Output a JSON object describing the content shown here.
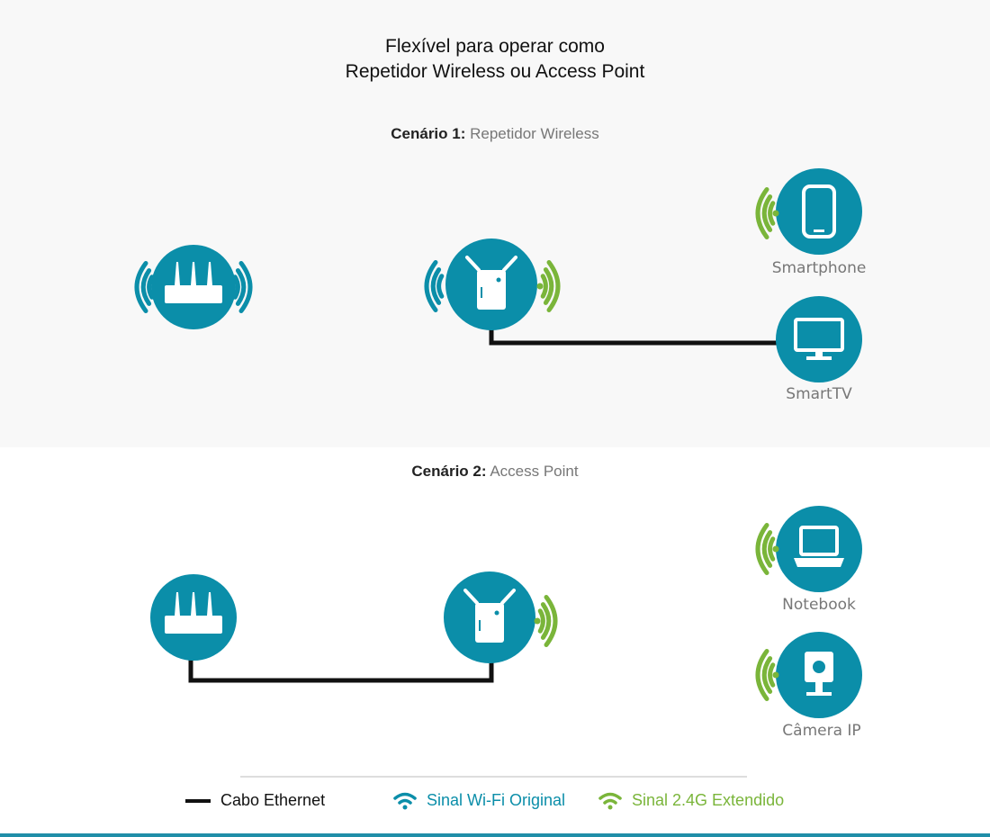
{
  "title": [
    "Flexível para operar como",
    "Repetidor Wireless ou Access Point"
  ],
  "scenario1": {
    "label": "Cenário 1:",
    "mode": "Repetidor Wireless"
  },
  "scenario2": {
    "label": "Cenário 2:",
    "mode": "Access Point"
  },
  "devices": {
    "smartphone": "Smartphone",
    "smarttv": "SmartTV",
    "notebook": "Notebook",
    "camera": "Câmera IP"
  },
  "legend": {
    "ethernet": "Cabo Ethernet",
    "original": "Sinal Wi-Fi Original",
    "extended": "Sinal 2.4G Extendido"
  },
  "colors": {
    "teal": "#0b8ea9",
    "green": "#7ab53a",
    "cable": "#111111"
  }
}
